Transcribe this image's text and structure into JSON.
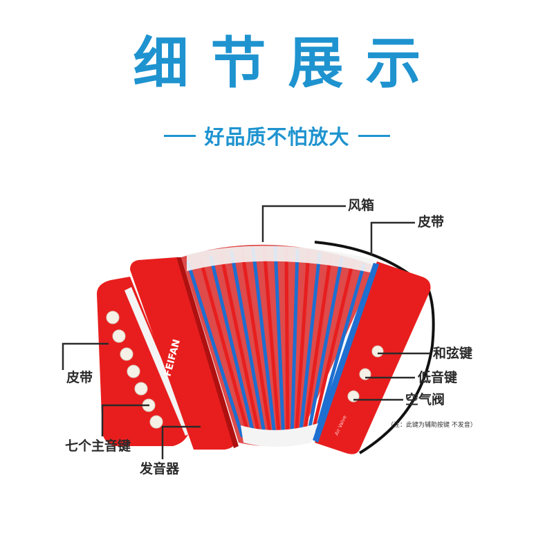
{
  "header": {
    "title": "细节展示",
    "subtitle": "好品质不怕放大"
  },
  "colors": {
    "accent_blue": "#1e93cf",
    "body_red": "#e81e1e",
    "bellows_blue": "#1e6fd0",
    "label_text": "#2a2a2a"
  },
  "product": {
    "brand": "FEIFAN",
    "air_valve_engraving": "Air Valve",
    "left_key_count": 7,
    "right_key_count": 3
  },
  "callouts": {
    "bellows": "风箱",
    "strap_top": "皮带",
    "strap_left": "皮带",
    "chord_key": "和弦键",
    "bass_key": "低音键",
    "air_valve": "空气阀",
    "air_valve_note": "（注：此键为辅助按键 不发音）",
    "main_keys": "七个主音键",
    "reed": "发音器"
  }
}
